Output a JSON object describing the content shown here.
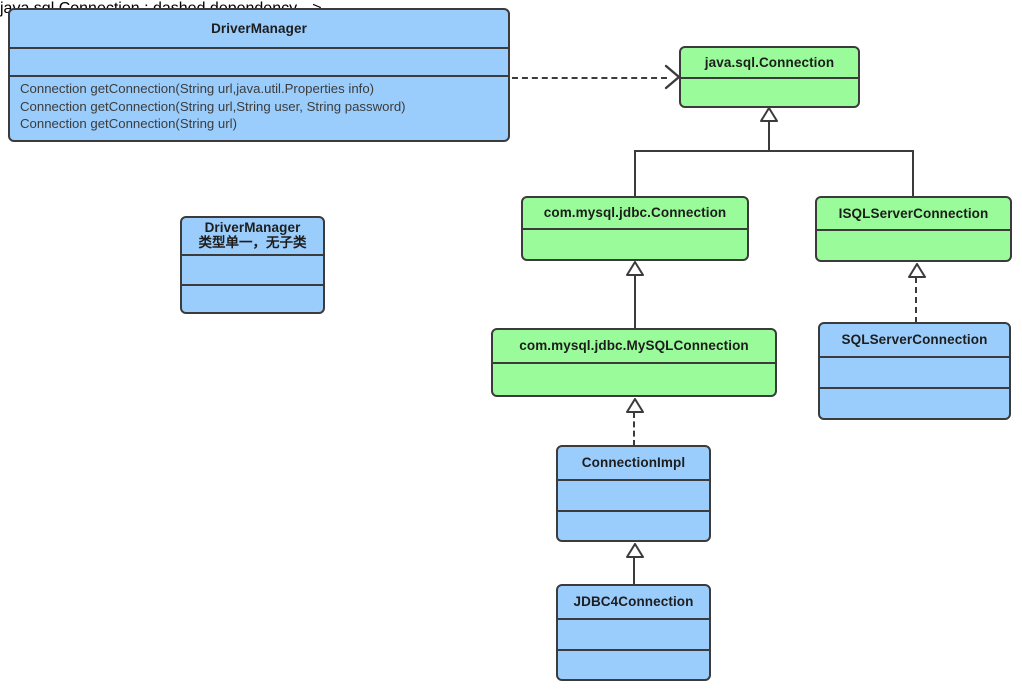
{
  "diagram": {
    "title": "JDBC Connection class hierarchy",
    "colors": {
      "interface_fill": "#99fb99",
      "class_fill": "#9bcdfc",
      "stroke": "#3b3b3b",
      "text": "#1d1d1d"
    },
    "classes": {
      "driver_manager": {
        "name": "DriverManager",
        "operations": [
          "Connection getConnection(String url,java.util.Properties info)",
          "Connection getConnection(String url,String user, String password)",
          "Connection getConnection(String url)"
        ]
      },
      "driver_manager_note": {
        "name": "DriverManager",
        "subtitle": "类型单一，无子类"
      },
      "java_sql_connection": {
        "name": "java.sql.Connection"
      },
      "mysql_jdbc_connection": {
        "name": "com.mysql.jdbc.Connection"
      },
      "isqlserver_connection": {
        "name": "ISQLServerConnection"
      },
      "mysql_jdbc_mysqlconnection": {
        "name": "com.mysql.jdbc.MySQLConnection"
      },
      "sqlserver_connection": {
        "name": "SQLServerConnection"
      },
      "connection_impl": {
        "name": "ConnectionImpl"
      },
      "jdbc4_connection": {
        "name": "JDBC4Connection"
      }
    },
    "relations": [
      {
        "from": "DriverManager",
        "to": "java.sql.Connection",
        "type": "dependency",
        "line": "dashed",
        "head": "open-arrow"
      },
      {
        "from": "com.mysql.jdbc.Connection",
        "to": "java.sql.Connection",
        "type": "generalization",
        "line": "solid",
        "head": "hollow-triangle"
      },
      {
        "from": "ISQLServerConnection",
        "to": "java.sql.Connection",
        "type": "generalization",
        "line": "solid",
        "head": "hollow-triangle"
      },
      {
        "from": "com.mysql.jdbc.MySQLConnection",
        "to": "com.mysql.jdbc.Connection",
        "type": "generalization",
        "line": "solid",
        "head": "hollow-triangle"
      },
      {
        "from": "SQLServerConnection",
        "to": "ISQLServerConnection",
        "type": "realization",
        "line": "dashed",
        "head": "hollow-triangle"
      },
      {
        "from": "ConnectionImpl",
        "to": "com.mysql.jdbc.MySQLConnection",
        "type": "realization",
        "line": "dashed",
        "head": "hollow-triangle"
      },
      {
        "from": "JDBC4Connection",
        "to": "ConnectionImpl",
        "type": "generalization",
        "line": "solid",
        "head": "hollow-triangle"
      }
    ]
  }
}
